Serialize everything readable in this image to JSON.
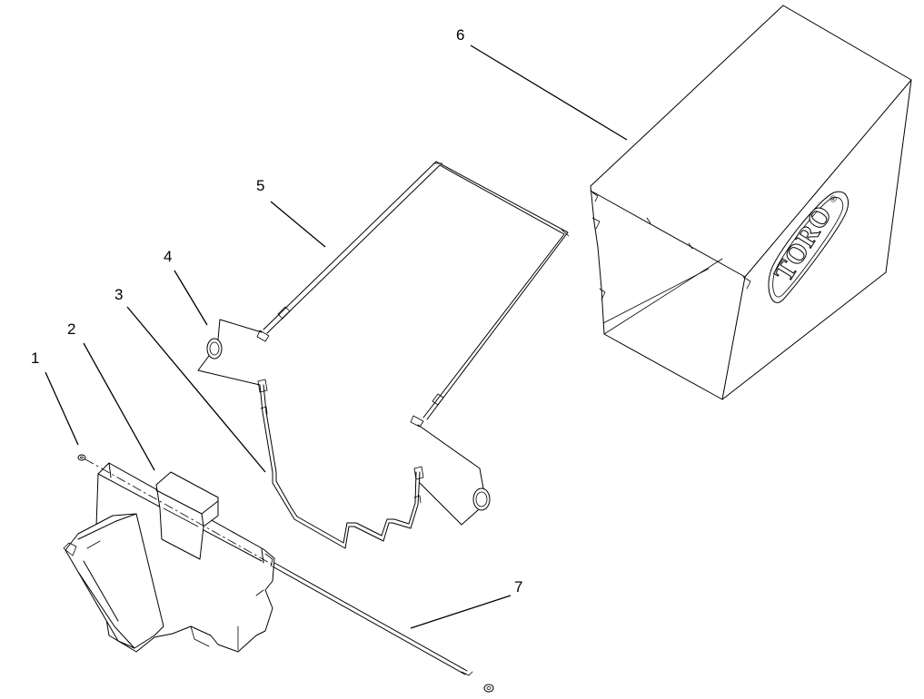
{
  "callouts": {
    "c1": "1",
    "c2": "2",
    "c3": "3",
    "c4": "4",
    "c5": "5",
    "c6": "6",
    "c7": "7"
  },
  "logo": {
    "text": "TORO",
    "registered": "®"
  },
  "colors": {
    "line": "#000000",
    "background": "#ffffff"
  }
}
